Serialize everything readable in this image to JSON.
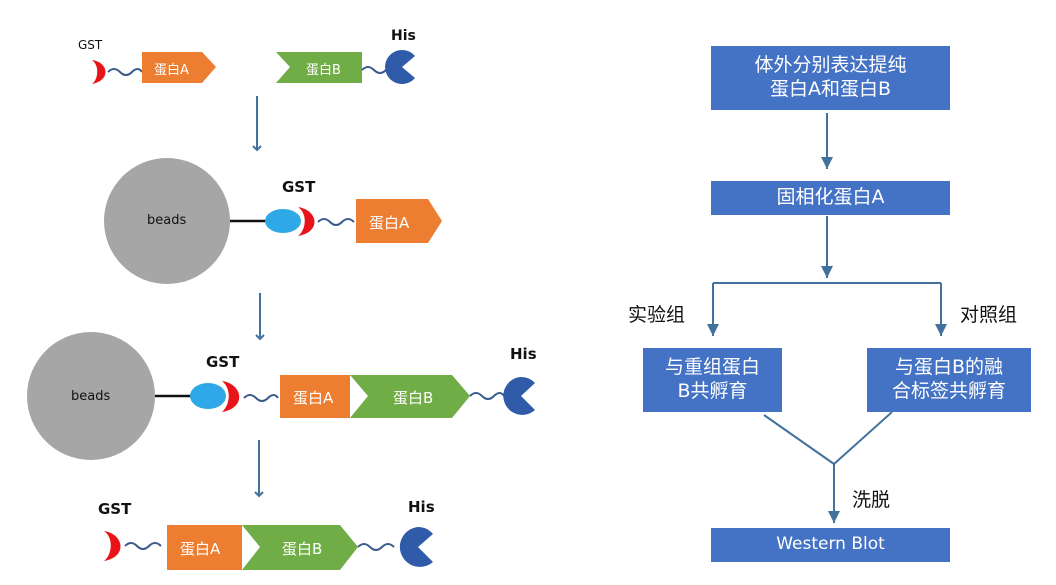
{
  "left_diagram": {
    "labels": {
      "gst": "GST",
      "his": "His",
      "protein_a": "蛋白A",
      "protein_b": "蛋白B",
      "beads": "beads"
    }
  },
  "flowchart": {
    "step1_line1": "体外分别表达提纯",
    "step1_line2": "蛋白A和蛋白B",
    "step2": "固相化蛋白A",
    "branch_left_label": "实验组",
    "branch_right_label": "对照组",
    "left_box_line1": "与重组蛋白",
    "left_box_line2": "B共孵育",
    "right_box_line1": "与蛋白B的融",
    "right_box_line2": "合标签共孵育",
    "elute_label": "洗脱",
    "final_step": "Western Blot"
  },
  "colors": {
    "orange": "#ed7d31",
    "green": "#70ad47",
    "red": "#e8141a",
    "dark_blue": "#2f5ba8",
    "light_blue": "#2ea8e6",
    "gray": "#a6a6a6",
    "arrow": "#41719c",
    "box": "#4472c4",
    "linker": "#3a5a8c"
  }
}
